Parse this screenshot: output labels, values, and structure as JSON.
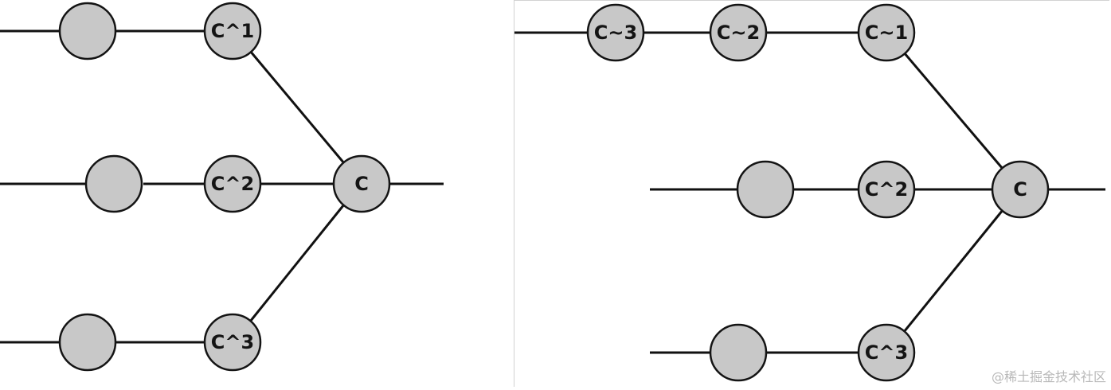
{
  "diagrams": [
    {
      "name": "left",
      "nodes": [
        {
          "id": "L-a",
          "label": ""
        },
        {
          "id": "L-c1",
          "label": "C^1"
        },
        {
          "id": "L-b",
          "label": ""
        },
        {
          "id": "L-c2",
          "label": "C^2"
        },
        {
          "id": "L-d",
          "label": ""
        },
        {
          "id": "L-c3",
          "label": "C^3"
        },
        {
          "id": "L-c",
          "label": "C"
        }
      ]
    },
    {
      "name": "right",
      "nodes": [
        {
          "id": "R-t3",
          "label": "C~3"
        },
        {
          "id": "R-t2",
          "label": "C~2"
        },
        {
          "id": "R-t1",
          "label": "C~1"
        },
        {
          "id": "R-b",
          "label": ""
        },
        {
          "id": "R-c2",
          "label": "C^2"
        },
        {
          "id": "R-d",
          "label": ""
        },
        {
          "id": "R-c3",
          "label": "C^3"
        },
        {
          "id": "R-c",
          "label": "C"
        }
      ]
    }
  ],
  "watermark": "@稀土掘金技术社区"
}
